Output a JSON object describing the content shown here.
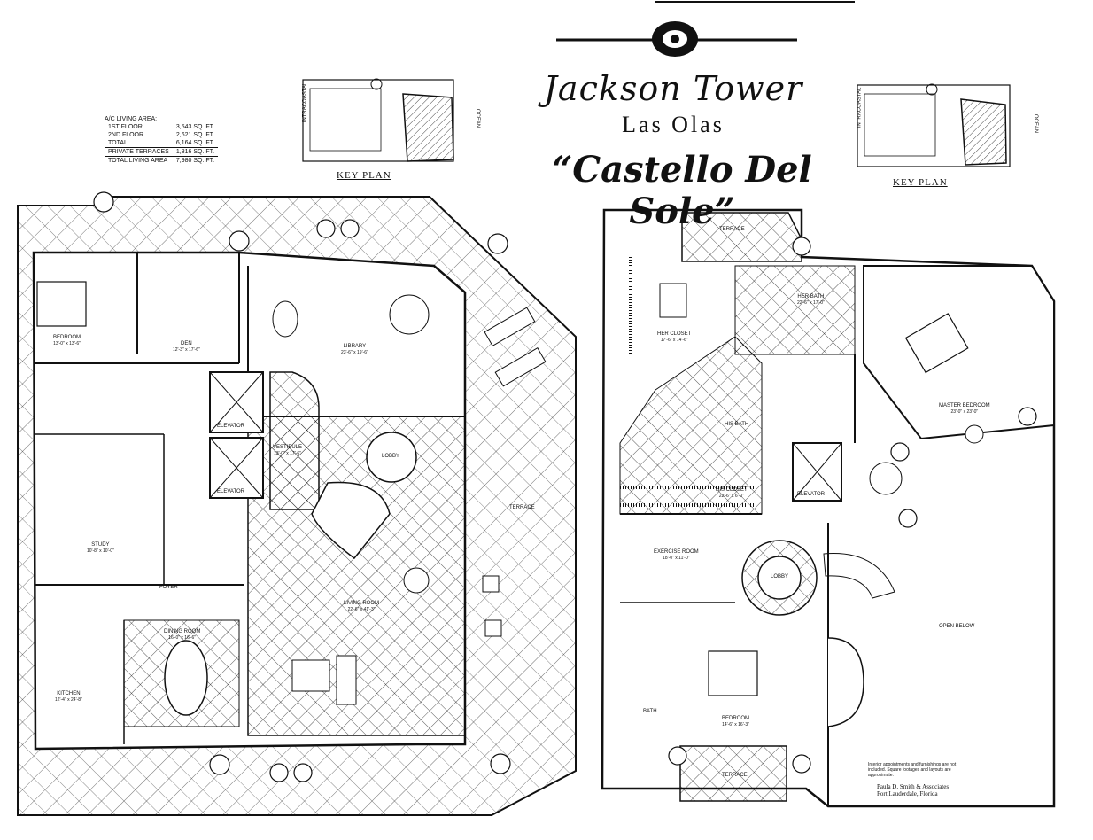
{
  "header": {
    "building": "Jackson Tower",
    "location": "Las Olas",
    "residence": "“Castello Del Sole”"
  },
  "living_area": {
    "heading": "A/C LIVING AREA:",
    "rows": [
      {
        "label": "1ST FLOOR",
        "value": "3,543 SQ. FT."
      },
      {
        "label": "2ND FLOOR",
        "value": "2,621 SQ. FT."
      },
      {
        "label": "TOTAL",
        "value": "6,164 SQ. FT."
      },
      {
        "label": "PRIVATE TERRACES",
        "value": "1,816 SQ. FT."
      },
      {
        "label": "TOTAL LIVING AREA",
        "value": "7,980 SQ. FT."
      }
    ]
  },
  "key_plans": [
    {
      "label": "KEY PLAN",
      "left_side": "INTRACOASTAL",
      "right_side": "OCEAN"
    },
    {
      "label": "KEY PLAN",
      "left_side": "INTRACOASTAL",
      "right_side": "OCEAN"
    }
  ],
  "first_floor": {
    "rooms": [
      {
        "id": "bedroom",
        "name": "BEDROOM",
        "dim": "13'-0\" x 13'-6\""
      },
      {
        "id": "den",
        "name": "DEN",
        "dim": "12'-3\" x 17'-6\""
      },
      {
        "id": "library",
        "name": "LIBRARY",
        "dim": "23'-6\" x 19'-6\""
      },
      {
        "id": "elevator1",
        "name": "ELEVATOR",
        "dim": ""
      },
      {
        "id": "elevator2",
        "name": "ELEVATOR",
        "dim": ""
      },
      {
        "id": "vestibule",
        "name": "VESTIBULE",
        "dim": "13'-0\" x 17'-6\""
      },
      {
        "id": "lobby",
        "name": "LOBBY",
        "dim": ""
      },
      {
        "id": "study",
        "name": "STUDY",
        "dim": "10'-8\" x 10'-0\""
      },
      {
        "id": "foyer",
        "name": "FOYER",
        "dim": ""
      },
      {
        "id": "terrace",
        "name": "TERRACE",
        "dim": ""
      },
      {
        "id": "living",
        "name": "LIVING ROOM",
        "dim": "22'-6\" x 41'-3\""
      },
      {
        "id": "dining",
        "name": "DINING ROOM",
        "dim": "16'-0\" x 16'-6\""
      },
      {
        "id": "kitchen",
        "name": "KITCHEN",
        "dim": "12'-4\" x 24'-8\""
      }
    ]
  },
  "second_floor": {
    "rooms": [
      {
        "id": "terrace_top",
        "name": "TERRACE",
        "dim": ""
      },
      {
        "id": "her_closet",
        "name": "HER CLOSET",
        "dim": "17'-6\" x 14'-6\""
      },
      {
        "id": "her_bath",
        "name": "HER BATH",
        "dim": "22'-6\" x 17'-0\""
      },
      {
        "id": "his_bath",
        "name": "HIS BATH",
        "dim": ""
      },
      {
        "id": "his_closet",
        "name": "HIS CLOSET",
        "dim": "22'-6\" x 6'-0\""
      },
      {
        "id": "elevator",
        "name": "ELEVATOR",
        "dim": ""
      },
      {
        "id": "master",
        "name": "MASTER BEDROOM",
        "dim": "23'-0\" x 23'-0\""
      },
      {
        "id": "exercise",
        "name": "EXERCISE ROOM",
        "dim": "18'-0\" x 11'-0\""
      },
      {
        "id": "lobby2",
        "name": "LOBBY",
        "dim": ""
      },
      {
        "id": "open_below",
        "name": "OPEN BELOW",
        "dim": ""
      },
      {
        "id": "bedroom2",
        "name": "BEDROOM",
        "dim": "14'-6\" x 16'-3\""
      },
      {
        "id": "bath",
        "name": "BATH",
        "dim": ""
      },
      {
        "id": "terrace_bottom",
        "name": "TERRACE",
        "dim": ""
      }
    ]
  },
  "footer": {
    "note": "Interior appointments and furnishings are not included. Square footages and layouts are approximate.",
    "firm": "Paula D. Smith & Associates",
    "city": "Fort Lauderdale, Florida"
  },
  "colors": {
    "ink": "#111111",
    "paper": "#ffffff"
  }
}
